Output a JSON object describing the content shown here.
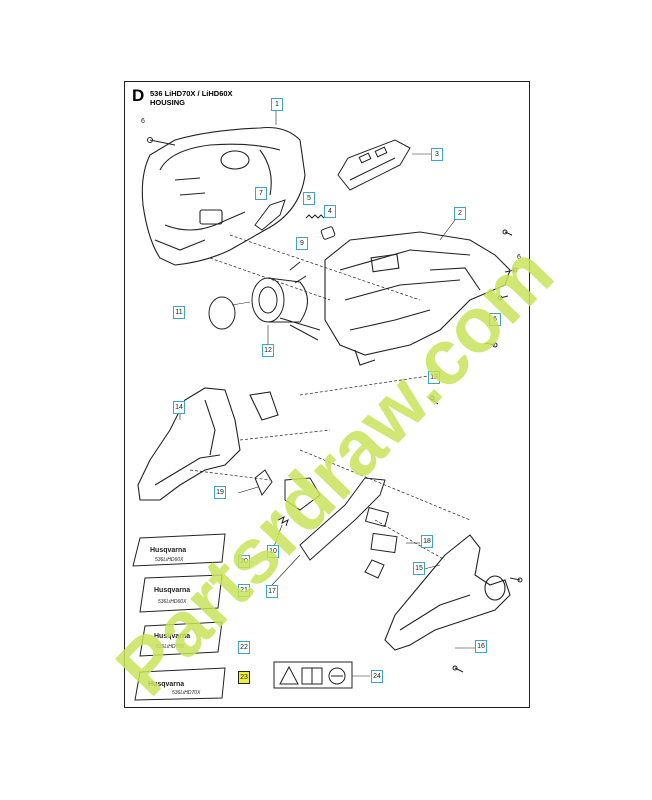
{
  "header": {
    "section_letter": "D",
    "model": "536 LiHD70X / LiHD60X",
    "title": "HOUSING"
  },
  "callouts": {
    "c1": "1",
    "c2": "2",
    "c3": "3",
    "c4": "4",
    "c5": "5",
    "c6a": "6",
    "c6b": "6",
    "c6c": "6",
    "c7": "7",
    "c9": "9",
    "c10": "10",
    "c11": "11",
    "c12": "12",
    "c13": "13",
    "c14": "14",
    "c15": "15",
    "c16": "16",
    "c17": "17",
    "c18": "18",
    "c19": "19",
    "c20": "20",
    "c21": "21",
    "c22": "22",
    "c23": "23",
    "c24": "24"
  },
  "decals": {
    "brand": "Husqvarna",
    "d20_model": "536LiHD60X",
    "d21_model": "536LiHD60X",
    "d22_model": "536LiHD70X",
    "d23_model": "536LiHD70X"
  },
  "watermark": {
    "text": "Partsrdraw.com",
    "color": "#c8e35a"
  },
  "colors": {
    "callout_border": "#3aa6c8",
    "highlight": "#f4ee33",
    "line": "#222222"
  }
}
